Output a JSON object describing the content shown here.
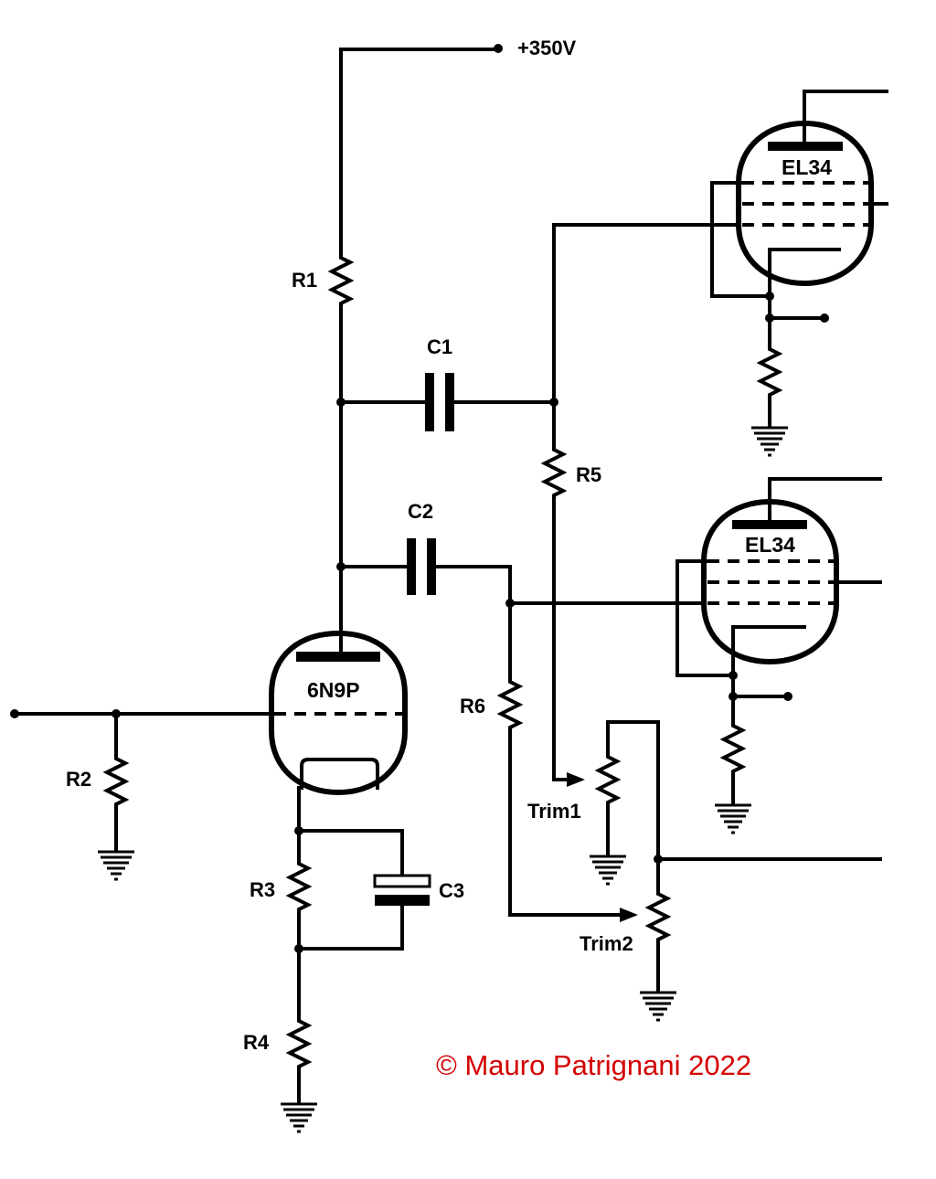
{
  "supply": {
    "label": "+350V"
  },
  "resistors": {
    "r1": "R1",
    "r2": "R2",
    "r3": "R3",
    "r4": "R4",
    "r5": "R5",
    "r6": "R6"
  },
  "capacitors": {
    "c1": "C1",
    "c2": "C2",
    "c3": "C3"
  },
  "trimmers": {
    "trim1": "Trim1",
    "trim2": "Trim2"
  },
  "tubes": {
    "driver": "6N9P",
    "output_upper": "EL34",
    "output_lower": "EL34"
  },
  "copyright": {
    "text": "© Mauro Patrignani 2022",
    "color": "#d40000"
  },
  "colors": {
    "lines": "#000000",
    "background": "#ffffff"
  }
}
